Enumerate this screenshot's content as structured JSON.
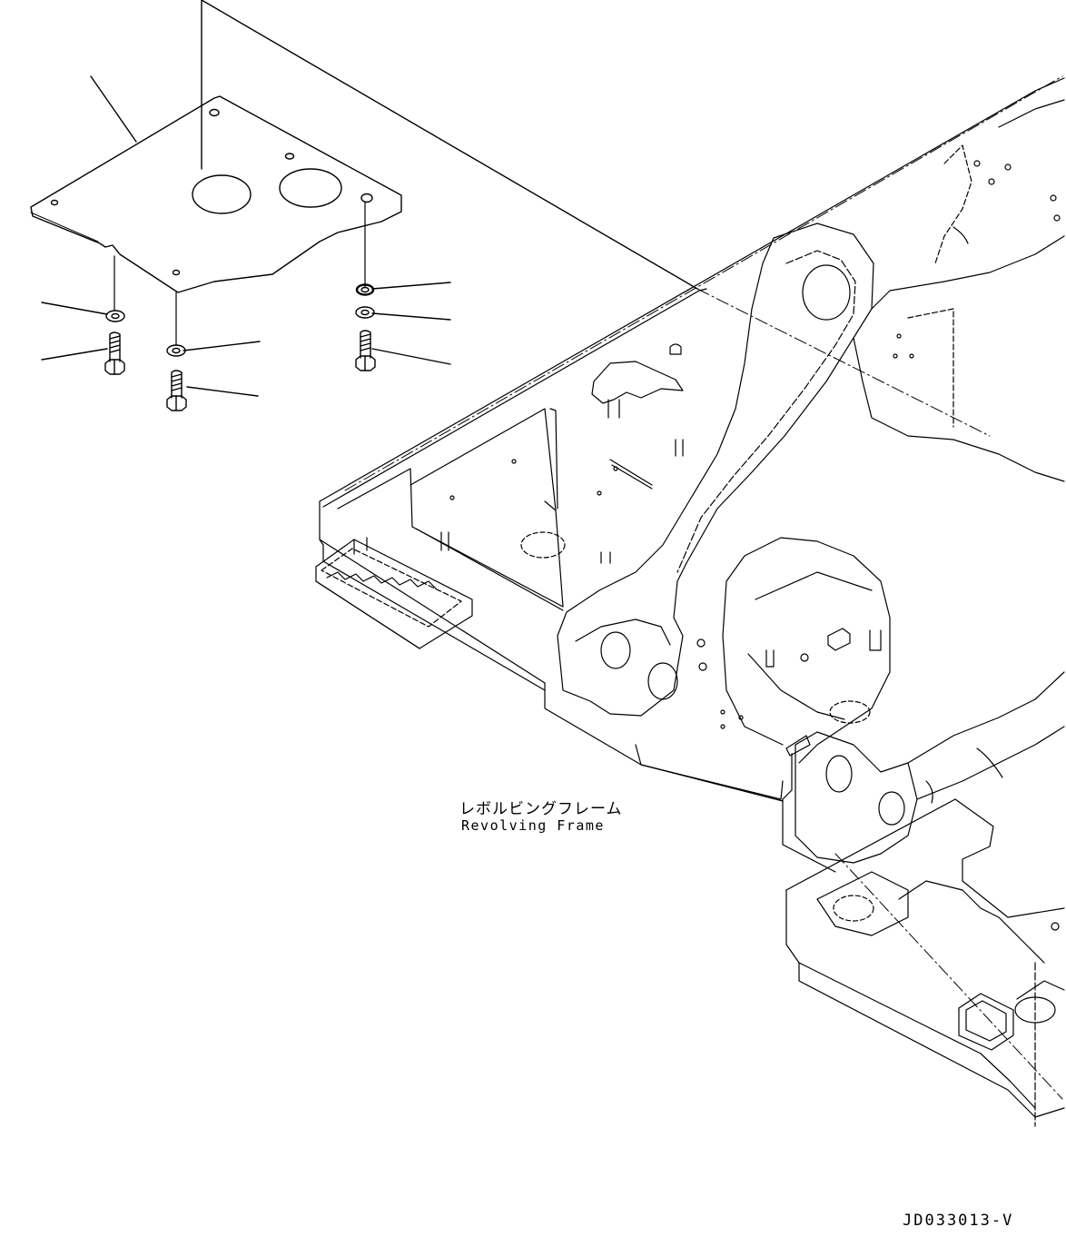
{
  "diagram": {
    "frame_label_jp": "レボルビングフレーム",
    "frame_label_en": "Revolving Frame",
    "drawing_id": "JD033013-V"
  }
}
